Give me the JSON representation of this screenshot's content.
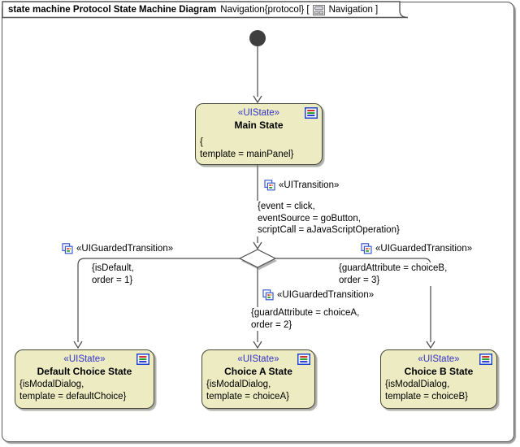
{
  "frame": {
    "title": "state machine Protocol State Machine Diagram",
    "context": "Navigation{protocol} [",
    "nav_label": "Navigation",
    "bracket_close": "]"
  },
  "states": {
    "main": {
      "stereotype": "«UIState»",
      "name": "Main State",
      "props": [
        "{",
        "template = mainPanel}"
      ]
    },
    "default_choice": {
      "stereotype": "«UIState»",
      "name": "Default Choice State",
      "props": [
        "{isModalDialog,",
        "template = defaultChoice}"
      ]
    },
    "choice_a": {
      "stereotype": "«UIState»",
      "name": "Choice A State",
      "props": [
        "{isModalDialog,",
        "template = choiceA}"
      ]
    },
    "choice_b": {
      "stereotype": "«UIState»",
      "name": "Choice B State",
      "props": [
        "{isModalDialog,",
        "template = choiceB}"
      ]
    }
  },
  "transitions": {
    "main": {
      "stereotype": "«UITransition»",
      "guard": [
        "{event = click,",
        "eventSource = goButton,",
        "scriptCall = aJavaScriptOperation}"
      ]
    },
    "default": {
      "stereotype": "«UIGuardedTransition»",
      "guard": [
        "{isDefault,",
        "order = 1}"
      ]
    },
    "choice_a": {
      "stereotype": "«UIGuardedTransition»",
      "guard": [
        "{guardAttribute = choiceA,",
        "order = 2}"
      ]
    },
    "choice_b": {
      "stereotype": "«UIGuardedTransition»",
      "guard": [
        "{guardAttribute = choiceB,",
        "order = 3}"
      ]
    }
  },
  "colors": {
    "state_fill": "#ecebc2",
    "state_border": "#45453a",
    "stereotype_blue": "#3333cc",
    "line": "#4a4a4a",
    "frame_border": "#565656",
    "initial_state_fill": "#3f3f3f"
  }
}
